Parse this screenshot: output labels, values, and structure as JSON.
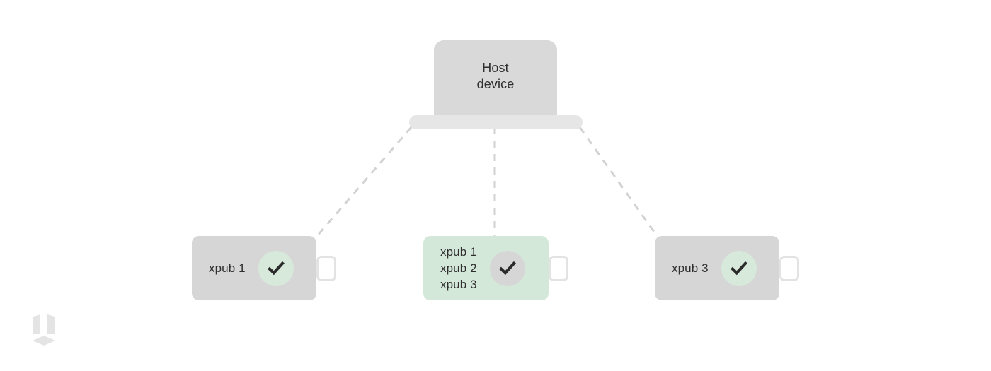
{
  "diagram": {
    "title": "Host device to xpub devices connection diagram",
    "background_color": "#ffffff"
  },
  "host": {
    "name": "host-device",
    "label": "Host\ndevice",
    "screen_color": "#d9d9d9",
    "base_color": "#e6e6e6",
    "text_color": "#2f2f2f"
  },
  "connectors": {
    "style": "dashed",
    "color": "#d2d2d2",
    "width": 3,
    "dash": "10 9",
    "links": [
      {
        "name": "link-host-to-device-1",
        "from": "host-base-left",
        "to": "device-1-top-right"
      },
      {
        "name": "link-host-to-device-2",
        "from": "host-base-center",
        "to": "device-2-top-center"
      },
      {
        "name": "link-host-to-device-3",
        "from": "host-base-right",
        "to": "device-3-top-left"
      }
    ]
  },
  "devices": [
    {
      "name": "device-card-1",
      "label": "xpub 1",
      "card_color": "#d6d6d6",
      "badge_color": "#d6e9db",
      "badge_icon": "check-icon",
      "status": "verified",
      "highlighted": false
    },
    {
      "name": "device-card-2",
      "label": "xpub 1\nxpub 2\nxpub 3",
      "card_color": "#d4e8da",
      "badge_color": "#d6d6d6",
      "badge_icon": "check-icon",
      "status": "verified",
      "highlighted": true
    },
    {
      "name": "device-card-3",
      "label": "xpub 3",
      "card_color": "#d6d6d6",
      "badge_color": "#d6e9db",
      "badge_icon": "check-icon",
      "status": "verified",
      "highlighted": false
    }
  ],
  "logo": {
    "name": "brand-logo",
    "icon": "isometric-cube-logo",
    "color": "#e4e4e4"
  }
}
